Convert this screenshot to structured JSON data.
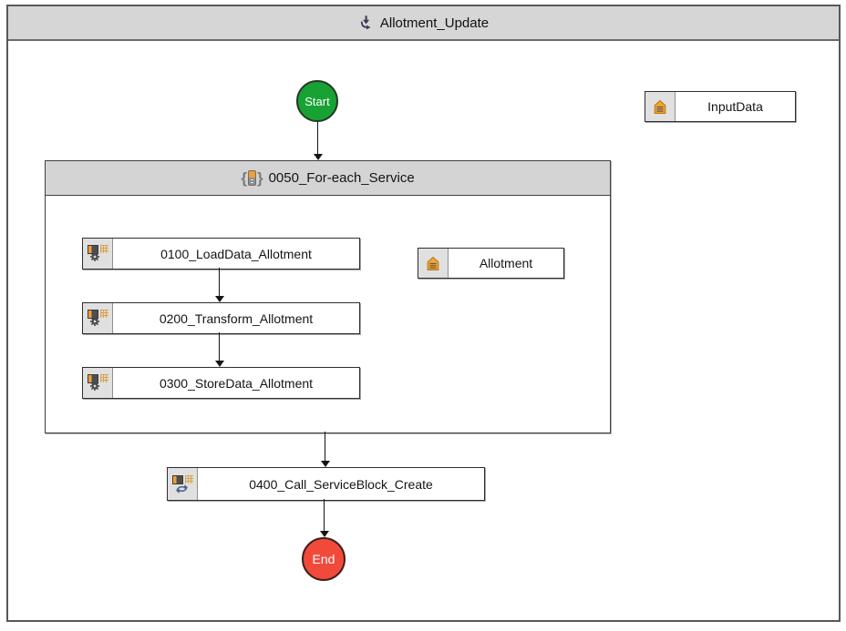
{
  "window": {
    "title": "Allotment_Update",
    "title_icon": "workflow-icon"
  },
  "nodes": {
    "start": {
      "label": "Start",
      "color": "#18a234"
    },
    "end": {
      "label": "End",
      "color": "#f14a3b"
    },
    "loop": {
      "label": "0050_For-each_Service",
      "icon": "loop-icon"
    },
    "tasks": [
      {
        "label": "0100_LoadData_Allotment",
        "icon": "transform-icon"
      },
      {
        "label": "0200_Transform_Allotment",
        "icon": "transform-icon"
      },
      {
        "label": "0300_StoreData_Allotment",
        "icon": "transform-icon"
      }
    ],
    "call_task": {
      "label": "0400_Call_ServiceBlock_Create",
      "icon": "call-service-icon"
    },
    "datastores": [
      {
        "label": "InputData",
        "icon": "datastore-icon"
      },
      {
        "label": "Allotment",
        "icon": "datastore-icon"
      }
    ]
  },
  "colors": {
    "titlebar_gray": "#d6d6d6",
    "loop_header_gray": "#d4d4d4",
    "start_green": "#18a234",
    "end_red": "#f14a3b",
    "icon_orange": "#f0a030",
    "connector_black": "#151515"
  }
}
